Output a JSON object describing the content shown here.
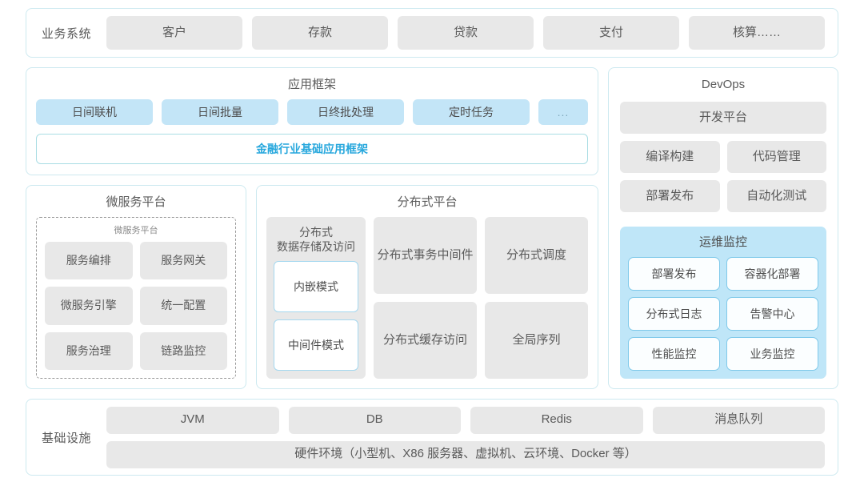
{
  "business_systems": {
    "label": "业务系统",
    "items": [
      "客户",
      "存款",
      "贷款",
      "支付",
      "核算……"
    ]
  },
  "app_framework": {
    "title": "应用框架",
    "items": [
      "日间联机",
      "日间批量",
      "日终批处理",
      "定时任务"
    ],
    "more": "...",
    "foundation": "金融行业基础应用框架"
  },
  "microservice_platform": {
    "title": "微服务平台",
    "inner_title": "微服务平台",
    "items": [
      "服务编排",
      "服务网关",
      "微服务引擎",
      "统一配置",
      "服务治理",
      "链路监控"
    ]
  },
  "distributed_platform": {
    "title": "分布式平台",
    "storage": {
      "label": "分布式\n数据存储及访问",
      "label_line1": "分布式",
      "label_line2": "数据存储及访问",
      "modes": [
        "内嵌模式",
        "中间件模式"
      ]
    },
    "cells": [
      {
        "line1": "分布式",
        "line2": "事务中间件"
      },
      {
        "line1": "分布式调度",
        "line2": ""
      },
      {
        "line1": "分布式",
        "line2": "缓存访问"
      },
      {
        "line1": "全局序列",
        "line2": ""
      }
    ]
  },
  "devops": {
    "title": "DevOps",
    "platform": "开发平台",
    "items": [
      "编译构建",
      "代码管理",
      "部署发布",
      "自动化测试"
    ],
    "ops_monitor": {
      "title": "运维监控",
      "items": [
        "部署发布",
        "容器化部署",
        "分布式日志",
        "告警中心",
        "性能监控",
        "业务监控"
      ]
    }
  },
  "infrastructure": {
    "label": "基础设施",
    "items": [
      "JVM",
      "DB",
      "Redis",
      "消息队列"
    ],
    "hardware": "硬件环境（小型机、X86 服务器、虚拟机、云环境、Docker 等）"
  },
  "colors": {
    "card_border": "#cde9f0",
    "gray_fill": "#e8e8e8",
    "blue_fill": "#c3e5f7",
    "ops_panel": "#bfe6f8",
    "accent_text": "#28a8dd"
  }
}
